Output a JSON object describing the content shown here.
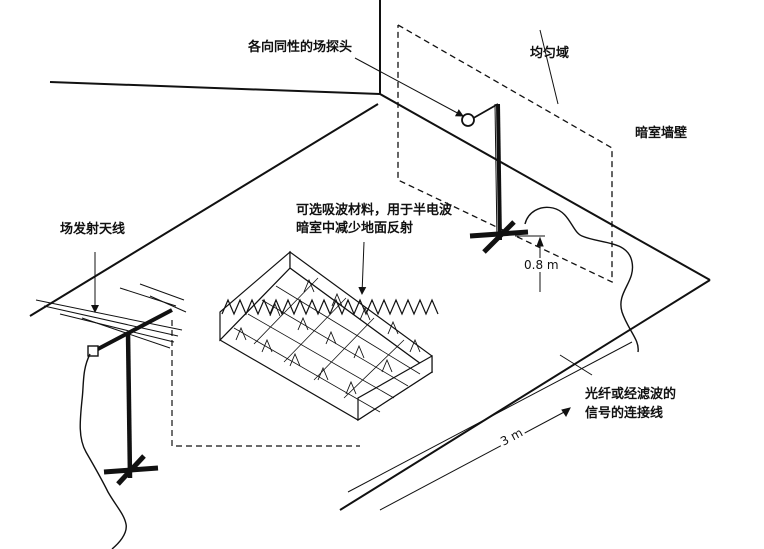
{
  "labels": {
    "probe": "各向同性的场探头",
    "uniform_field": "均匀域",
    "chamber_wall": "暗室墙壁",
    "absorber_line1": "可选吸波材料，用于半电波",
    "absorber_line2": "暗室中减少地面反射",
    "antenna": "场发射天线",
    "cable_line1": "光纤或经滤波的",
    "cable_line2": "信号的连接线"
  },
  "dimensions": {
    "height": "0.8 m",
    "distance": "3 m"
  },
  "colors": {
    "line": "#111111",
    "background": "#ffffff"
  }
}
